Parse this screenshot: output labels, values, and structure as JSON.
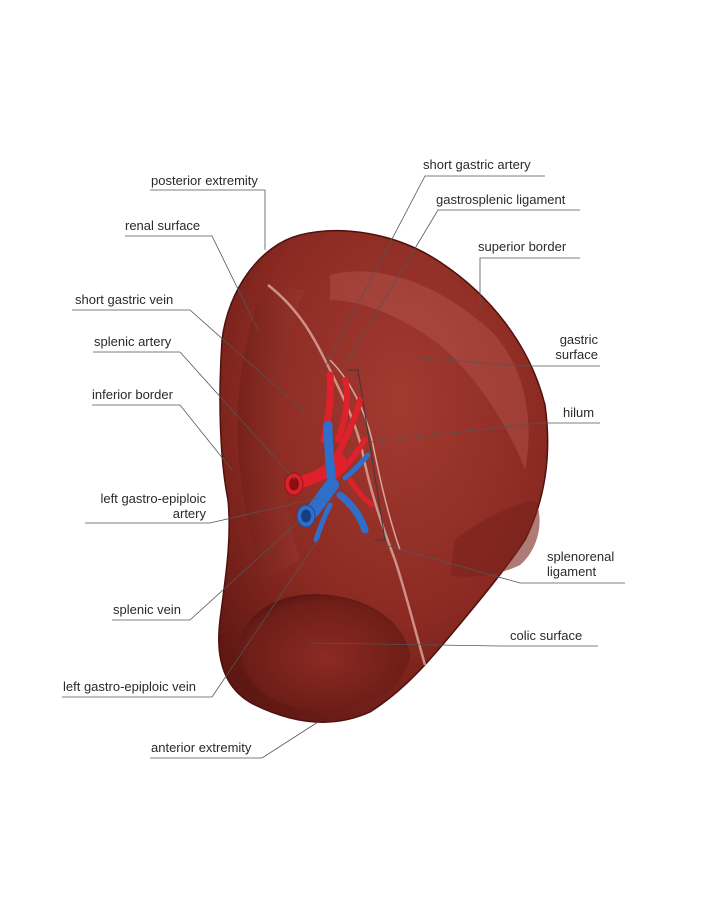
{
  "labels": {
    "posterior_extremity": "posterior extremity",
    "renal_surface": "renal surface",
    "short_gastric_vein": "short gastric vein",
    "splenic_artery": "splenic artery",
    "inferior_border": "inferior border",
    "left_gastro_epiploic_artery_1": "left gastro-epiploic",
    "left_gastro_epiploic_artery_2": "artery",
    "splenic_vein": "splenic vein",
    "left_gastro_epiploic_vein": "left gastro-epiploic vein",
    "anterior_extremity": "anterior extremity",
    "short_gastric_artery": "short gastric artery",
    "gastrosplenic_ligament": "gastrosplenic ligament",
    "superior_border": "superior border",
    "gastric_surface_1": "gastric",
    "gastric_surface_2": "surface",
    "hilum": "hilum",
    "splenorenal_ligament_1": "splenorenal",
    "splenorenal_ligament_2": "ligament",
    "colic_surface": "colic surface"
  },
  "colors": {
    "spleen": "#8b2a22",
    "spleen_dark": "#5e1712",
    "spleen_highlight": "#b65048",
    "artery": "#e0202a",
    "vein": "#2f6fc9",
    "leader_line": "#555555"
  }
}
